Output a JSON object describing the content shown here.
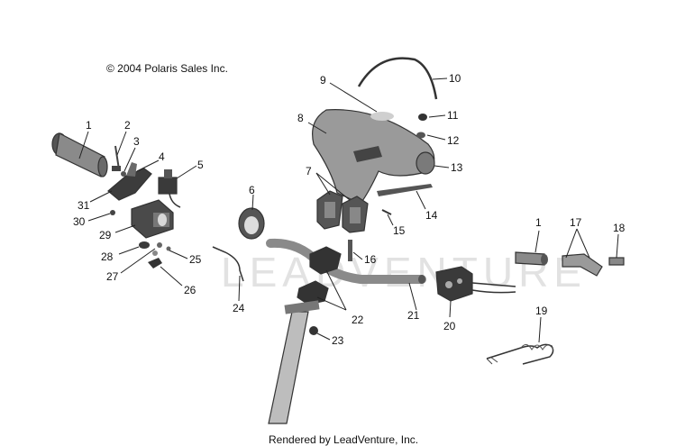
{
  "copyright": "© 2004 Polaris Sales Inc.",
  "rendered_by": "Rendered by LeadVenture, Inc.",
  "watermark": "LEADVENTURE",
  "callouts": {
    "c1a": "1",
    "c1b": "1",
    "c2": "2",
    "c3": "3",
    "c4": "4",
    "c5": "5",
    "c6": "6",
    "c7": "7",
    "c8": "8",
    "c9": "9",
    "c10": "10",
    "c11": "11",
    "c12": "12",
    "c13": "13",
    "c14": "14",
    "c15": "15",
    "c16": "16",
    "c17": "17",
    "c18": "18",
    "c19": "19",
    "c20": "20",
    "c21": "21",
    "c22": "22",
    "c23": "23",
    "c24": "24",
    "c25": "25",
    "c26": "26",
    "c27": "27",
    "c28": "28",
    "c29": "29",
    "c30": "30",
    "c31": "31"
  }
}
